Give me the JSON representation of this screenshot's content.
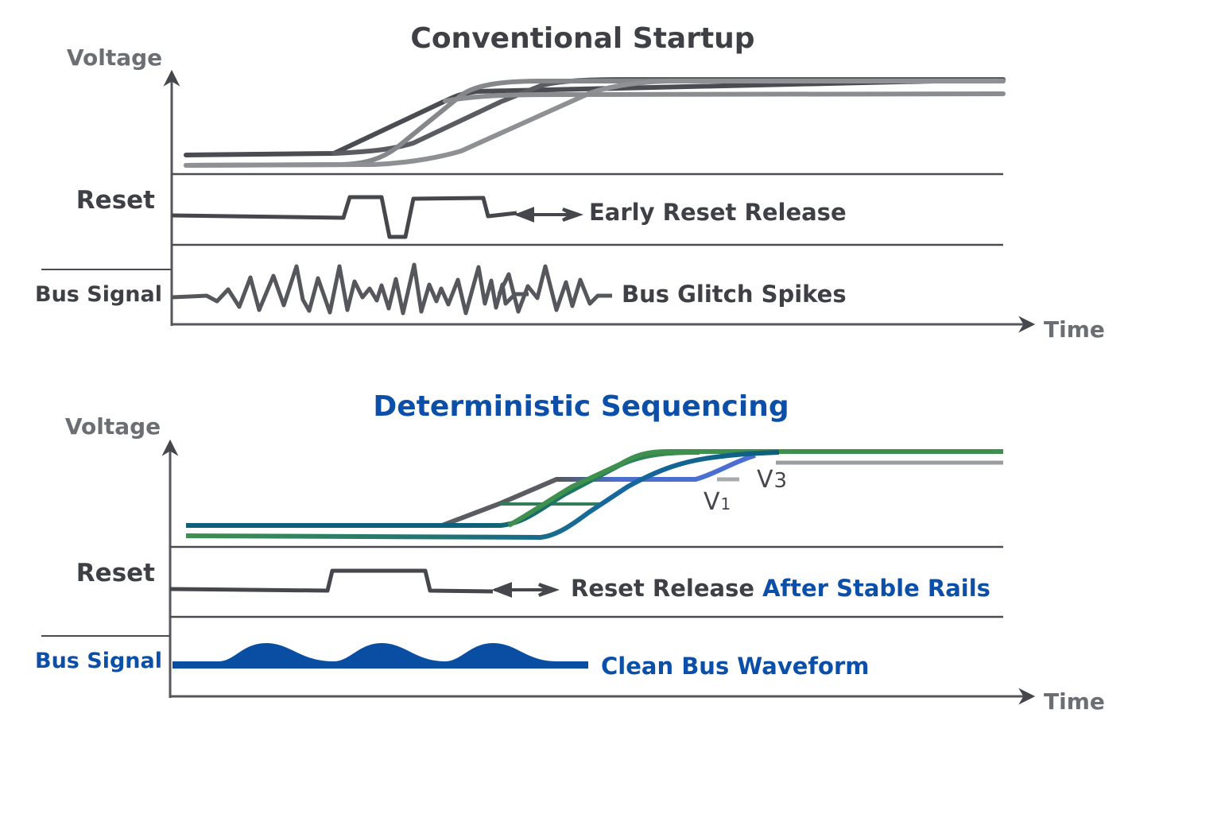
{
  "colors": {
    "dark_gray": "#4a4c51",
    "mid_gray": "#6e7075",
    "light_gray": "#9a9ca0",
    "blue_text": "#0b4fa8",
    "bus_blue": "#0a4ea3",
    "green": "#3f8f4e",
    "teal": "#0e5f7a",
    "rail_blue": "#4a6fd0"
  },
  "conventional": {
    "title": "Conventional Startup",
    "y_axis_label": "Voltage",
    "x_axis_label": "Time",
    "rows": {
      "reset_label": "Reset",
      "bus_label": "Bus Signal"
    },
    "annotations": {
      "reset": "Early Reset Release",
      "bus": "Bus Glitch Spikes"
    }
  },
  "deterministic": {
    "title": "Deterministic Sequencing",
    "y_axis_label": "Voltage",
    "x_axis_label": "Time",
    "rows": {
      "reset_label": "Reset",
      "bus_label": "Bus Signal"
    },
    "annotations": {
      "reset_prefix": "Reset Release ",
      "reset_highlight": "After Stable Rails",
      "bus": "Clean Bus Waveform"
    },
    "rail_labels": {
      "v1": "V",
      "v1_sub": "1",
      "v3": "V",
      "v3_sub": "3"
    }
  }
}
